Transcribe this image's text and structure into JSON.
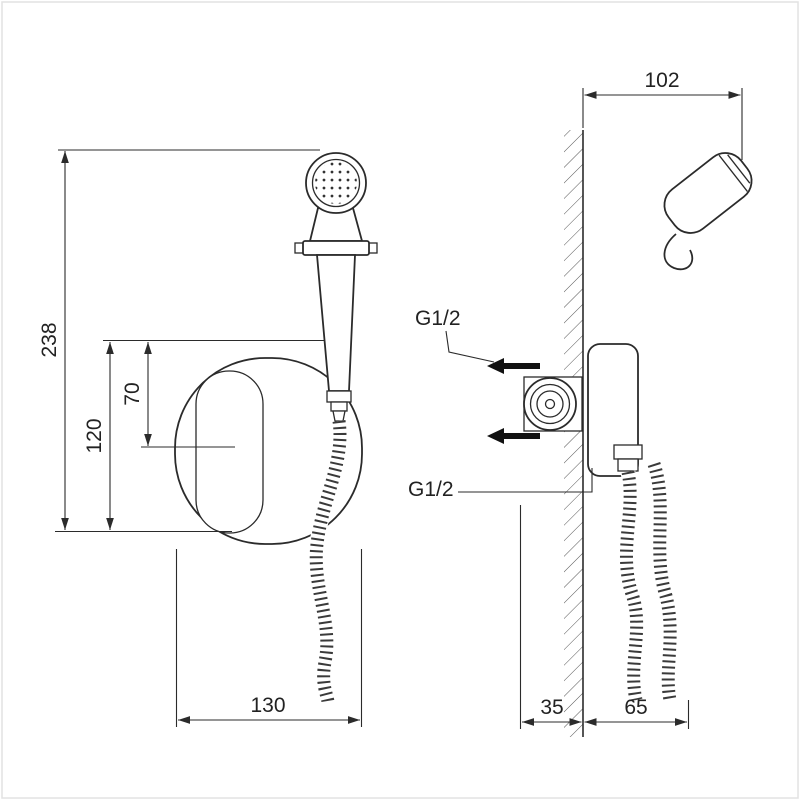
{
  "drawing": {
    "front_view": {
      "dim_total_height": "238",
      "dim_plate_height": "120",
      "dim_outlet_offset": "70",
      "dim_plate_width": "130"
    },
    "side_view": {
      "dim_total_depth": "102",
      "dim_wall_inset": "35",
      "dim_protrusion": "65",
      "thread_top_label": "G1/2",
      "thread_bottom_label": "G1/2"
    }
  }
}
